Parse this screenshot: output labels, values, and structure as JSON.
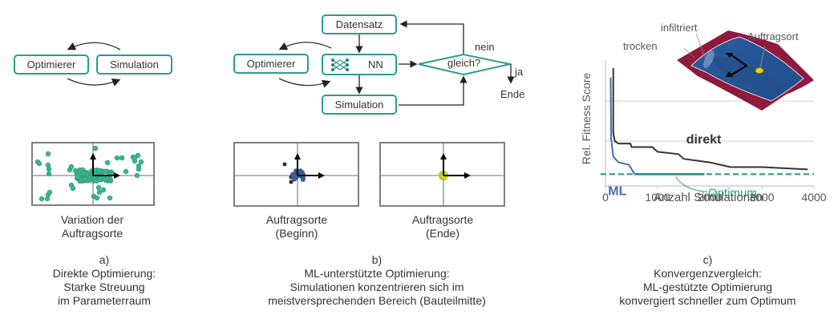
{
  "panel_a": {
    "loop": {
      "optimizer": "Optimierer",
      "simulation": "Simulation"
    },
    "scatter_caption": [
      "Variation der",
      "Auftragsorte"
    ],
    "letter": "a)",
    "caption": [
      "Direkte Optimierung:",
      "Starke Streuung",
      "im Parameterraum"
    ],
    "scatter_color": "#3cb391"
  },
  "panel_b": {
    "flow": {
      "dataset": "Datensatz",
      "optimizer": "Optimierer",
      "nn": "NN",
      "simulation": "Simulation",
      "decision": "gleich?",
      "no": "nein",
      "yes": "ja",
      "end": "Ende"
    },
    "scatter_begin_caption": [
      "Auftragsorte",
      "(Beginn)"
    ],
    "scatter_end_caption": [
      "Auftragsorte",
      "(Ende)"
    ],
    "letter": "b)",
    "caption": [
      "ML-unterstützte Optimierung:",
      "Simulationen konzentrieren sich im",
      "meistversprechenden Bereich (Bauteilmitte)"
    ]
  },
  "panel_c": {
    "surface_labels": {
      "dry": "trocken",
      "infiltrated": "infiltriert",
      "location": "Auftragsort"
    },
    "letter": "c)",
    "caption": [
      "Konvergenzvergleich:",
      "ML-gestützte Optimierung",
      "konvergiert schneller zum Optimum"
    ]
  },
  "chart_data": {
    "type": "line",
    "title": "",
    "xlabel": "Anzahl Simulationen",
    "ylabel": "Rel. Fitness Score",
    "xlim": [
      0,
      4000
    ],
    "xticks": [
      "0",
      "1000",
      "2000",
      "3000",
      "4000"
    ],
    "grid": true,
    "series": [
      {
        "name": "direkt",
        "color": "#333333",
        "x": [
          150,
          150,
          180,
          250,
          480,
          500,
          900,
          1000,
          1400,
          1500,
          2000,
          2400,
          3000,
          3880
        ],
        "y": [
          1.0,
          0.45,
          0.38,
          0.36,
          0.36,
          0.33,
          0.33,
          0.29,
          0.27,
          0.23,
          0.2,
          0.16,
          0.16,
          0.14
        ]
      },
      {
        "name": "ML",
        "color": "#4a6ab8",
        "x": [
          100,
          110,
          150,
          250,
          450,
          560
        ],
        "y": [
          0.92,
          0.4,
          0.25,
          0.2,
          0.18,
          0.1
        ]
      }
    ],
    "reference": {
      "name": "Optimum",
      "y": 0.1,
      "color": "#1fa389",
      "style": "dashed"
    }
  }
}
